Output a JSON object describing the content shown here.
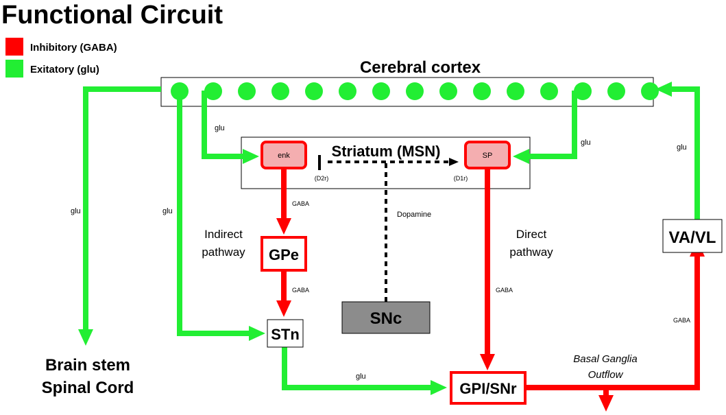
{
  "title": "Functional Circuit",
  "legend": [
    {
      "label": "Inhibitory (GABA)",
      "color": "#ff0000"
    },
    {
      "label": "Exitatory (glu)",
      "color": "#22ee33"
    }
  ],
  "colors": {
    "inhibitory": "#ff0000",
    "excitatory": "#22ee33",
    "snc_fill": "#8c8c8c",
    "msn_fill": "#f4aeb0"
  },
  "nodes": {
    "cortex": "Cerebral cortex",
    "striatum": "Striatum (MSN)",
    "enk": "enk",
    "sp": "SP",
    "d2r": "(D2r)",
    "d1r": "(D1r)",
    "gpe": "GPe",
    "stn": "STn",
    "snc": "SNc",
    "gpi": "GPI/SNr",
    "vavl": "VA/VL",
    "brainstem_line1": "Brain stem",
    "brainstem_line2": "Spinal Cord"
  },
  "labels": {
    "glu_cortex_enk": "glu",
    "glu_cortex_sp": "glu",
    "glu_brainstem": "glu",
    "glu_stn": "glu",
    "glu_vavl": "glu",
    "glu_stn_gpi": "glu",
    "gaba_enk_gpe": "GABA",
    "gaba_gpe_stn": "GABA",
    "gaba_sp_gpi": "GABA",
    "gaba_gpi_vavl": "GABA",
    "dopamine": "Dopamine",
    "indirect_line1": "Indirect",
    "indirect_line2": "pathway",
    "direct_line1": "Direct",
    "direct_line2": "pathway",
    "outflow_line1": "Basal Ganglia",
    "outflow_line2": "Outflow"
  },
  "cortex_neuron_count": 15
}
